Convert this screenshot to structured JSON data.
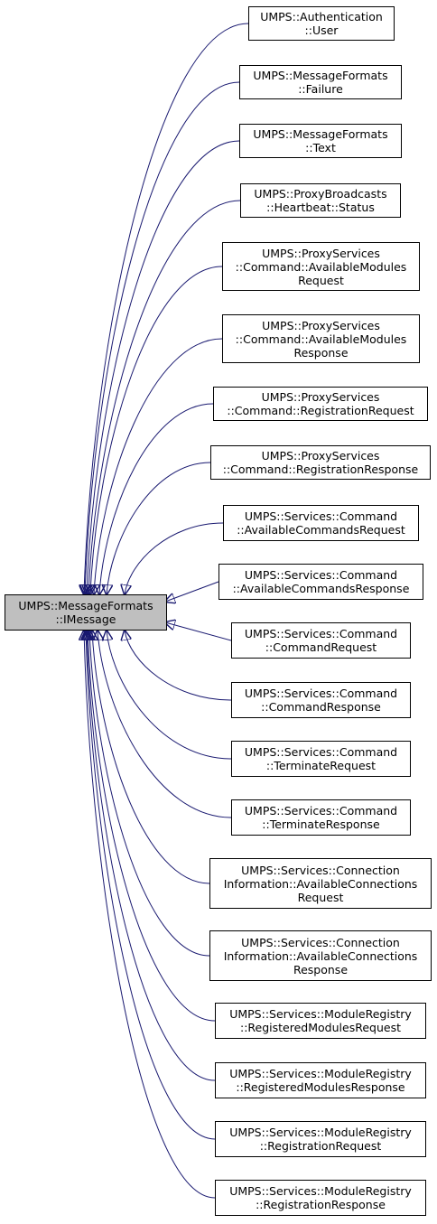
{
  "colors": {
    "edge": "#191970",
    "node_border": "#000000",
    "base_fill": "#bfbfbf",
    "node_fill": "#ffffff"
  },
  "base": {
    "lines": [
      "UMPS::MessageFormats",
      "::IMessage"
    ]
  },
  "derived": [
    {
      "lines": [
        "UMPS::Authentication",
        "::User"
      ]
    },
    {
      "lines": [
        "UMPS::MessageFormats",
        "::Failure"
      ]
    },
    {
      "lines": [
        "UMPS::MessageFormats",
        "::Text"
      ]
    },
    {
      "lines": [
        "UMPS::ProxyBroadcasts",
        "::Heartbeat::Status"
      ]
    },
    {
      "lines": [
        "UMPS::ProxyServices",
        "::Command::AvailableModules",
        "Request"
      ]
    },
    {
      "lines": [
        "UMPS::ProxyServices",
        "::Command::AvailableModules",
        "Response"
      ]
    },
    {
      "lines": [
        "UMPS::ProxyServices",
        "::Command::RegistrationRequest"
      ]
    },
    {
      "lines": [
        "UMPS::ProxyServices",
        "::Command::RegistrationResponse"
      ]
    },
    {
      "lines": [
        "UMPS::Services::Command",
        "::AvailableCommandsRequest"
      ]
    },
    {
      "lines": [
        "UMPS::Services::Command",
        "::AvailableCommandsResponse"
      ]
    },
    {
      "lines": [
        "UMPS::Services::Command",
        "::CommandRequest"
      ]
    },
    {
      "lines": [
        "UMPS::Services::Command",
        "::CommandResponse"
      ]
    },
    {
      "lines": [
        "UMPS::Services::Command",
        "::TerminateRequest"
      ]
    },
    {
      "lines": [
        "UMPS::Services::Command",
        "::TerminateResponse"
      ]
    },
    {
      "lines": [
        "UMPS::Services::Connection",
        "Information::AvailableConnections",
        "Request"
      ]
    },
    {
      "lines": [
        "UMPS::Services::Connection",
        "Information::AvailableConnections",
        "Response"
      ]
    },
    {
      "lines": [
        "UMPS::Services::ModuleRegistry",
        "::RegisteredModulesRequest"
      ]
    },
    {
      "lines": [
        "UMPS::Services::ModuleRegistry",
        "::RegisteredModulesResponse"
      ]
    },
    {
      "lines": [
        "UMPS::Services::ModuleRegistry",
        "::RegistrationRequest"
      ]
    },
    {
      "lines": [
        "UMPS::Services::ModuleRegistry",
        "::RegistrationResponse"
      ]
    }
  ]
}
